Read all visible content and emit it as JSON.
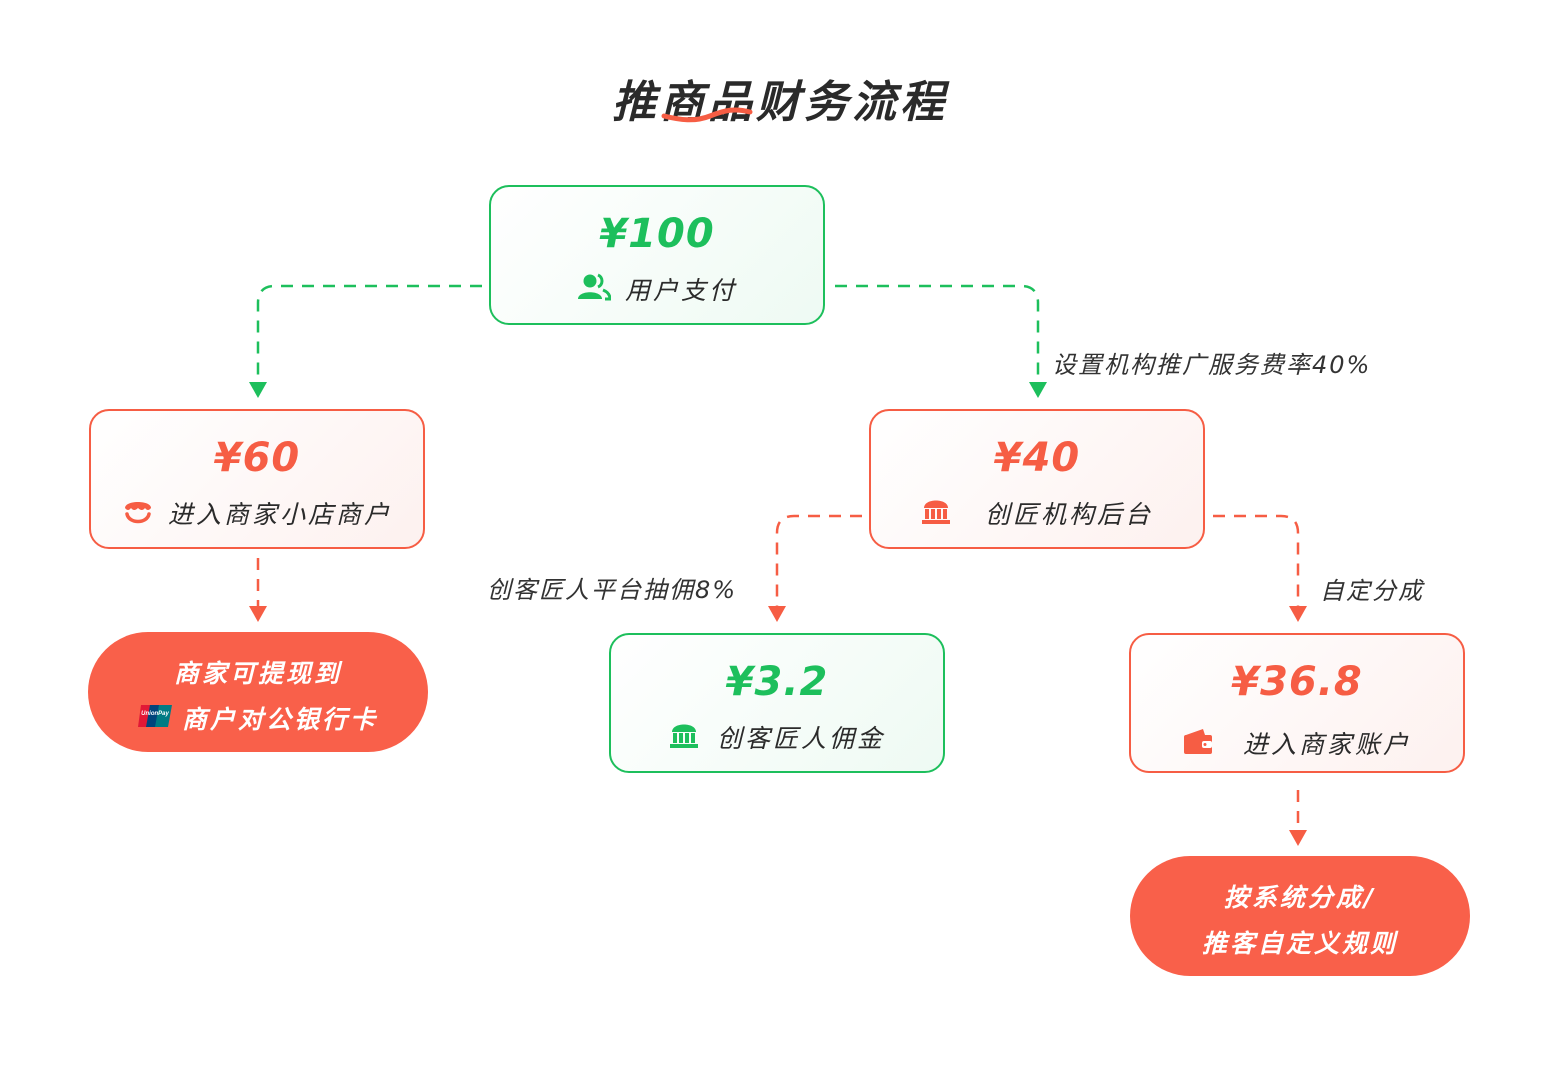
{
  "title": "推商品财务流程",
  "colors": {
    "green": "#1dbf5c",
    "orange": "#f65d44",
    "pill": "#f9604a",
    "text": "#2b2b2b"
  },
  "nodes": {
    "user_pay": {
      "amount": "¥100",
      "label": "用户支付",
      "icon": "users-icon",
      "theme": "green"
    },
    "merchant_store": {
      "amount": "¥60",
      "label": "进入商家小店商户",
      "icon": "store-icon",
      "theme": "orange"
    },
    "agency_backend": {
      "amount": "¥40",
      "label": "创匠机构后台",
      "icon": "bank-icon",
      "theme": "orange"
    },
    "creator_commission": {
      "amount": "¥3.2",
      "label": "创客匠人佣金",
      "icon": "bank-icon",
      "theme": "green"
    },
    "merchant_account": {
      "amount": "¥36.8",
      "label": "进入商家账户",
      "icon": "wallet-icon",
      "theme": "orange"
    }
  },
  "pills": {
    "withdraw": {
      "line1": "商家可提现到",
      "line2": "商户对公银行卡",
      "icon": "unionpay-icon"
    },
    "split_rule": {
      "line1": "按系统分成/",
      "line2": "推客自定义规则"
    }
  },
  "edge_labels": {
    "service_fee": "设置机构推广服务费率40%",
    "platform_fee": "创客匠人平台抽佣8%",
    "custom_split": "自定分成"
  }
}
